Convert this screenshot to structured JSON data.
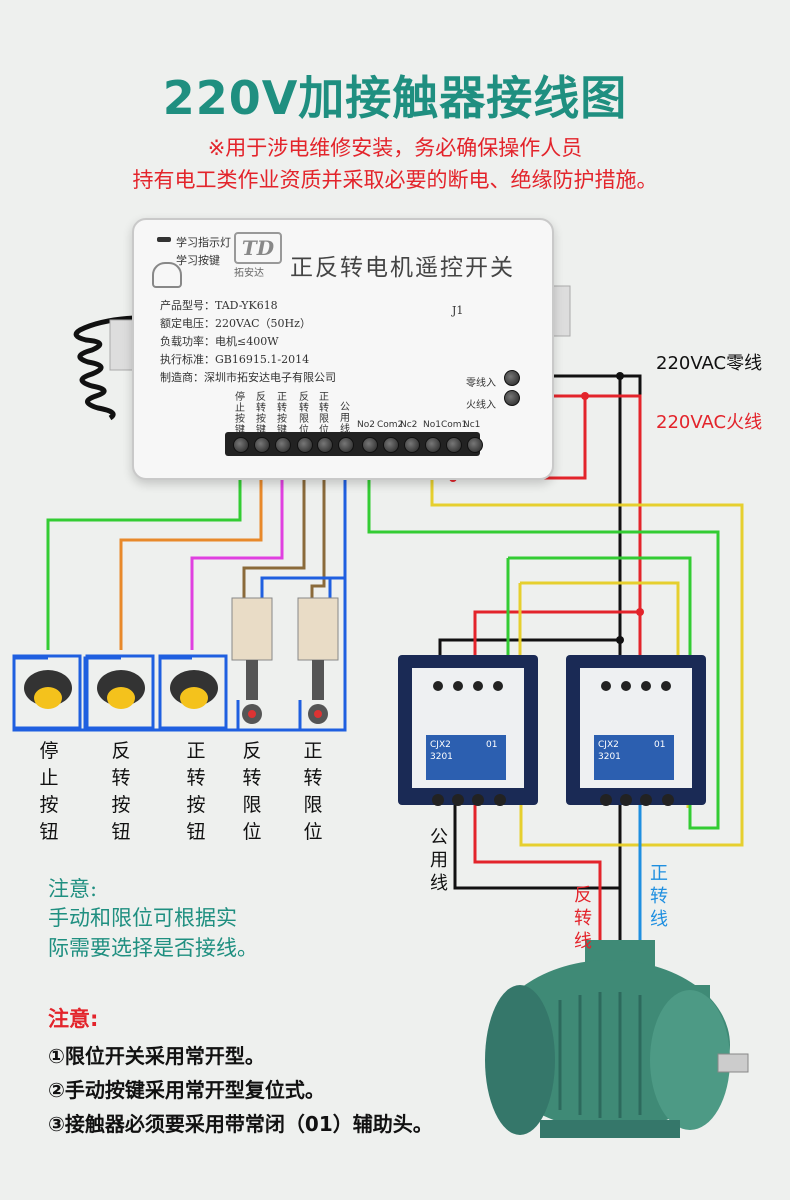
{
  "title": "220V加接触器接线图",
  "warning_line1": "※用于涉电维修安装，务必确保操作人员",
  "warning_line2": "持有电工类作业资质并采取必要的断电、绝缘防护措施。",
  "device": {
    "name": "正反转电机遥控开关",
    "brand": "拓安达",
    "led_label": "学习指示灯",
    "learn_button_label": "学习按键",
    "specs": [
      "产品型号：TAD-YK618",
      "额定电压：220VAC（50Hz）",
      "负载功率：电机≤400W",
      "执行标准：GB16915.1-2014",
      "制造商：深圳市拓安达电子有限公司"
    ],
    "jumper_label": "J1",
    "zero_in": "零线入",
    "fire_in": "火线入",
    "top_terminals": [
      "停止按键",
      "反转按键",
      "正转按键",
      "反转限位",
      "正转限位",
      "公用线"
    ],
    "right_terminals": [
      "No2",
      "Com2",
      "Nc2",
      "No1",
      "Com1",
      "Nc1"
    ]
  },
  "line_labels": {
    "neutral": "220VAC零线",
    "live": "220VAC火线",
    "common": "公用线",
    "reverse": "反转线",
    "forward": "正转线"
  },
  "components": [
    "停止按钮",
    "反转按钮",
    "正转按钮",
    "反转限位",
    "正转限位"
  ],
  "contactors": [
    {
      "model": "CJX2",
      "code": "3201",
      "aux": "01"
    },
    {
      "model": "CJX2",
      "code": "3201",
      "aux": "01"
    }
  ],
  "notes_green": {
    "heading": "注意:",
    "line1": "手动和限位可根据实",
    "line2": "际需要选择是否接线。"
  },
  "notes_red": {
    "heading": "注意:",
    "items": [
      "①限位开关采用常开型。",
      "②手动按键采用常开型复位式。",
      "③接触器必须要采用带常闭（01）辅助头。"
    ]
  },
  "colors": {
    "title": "#1f8f80",
    "warning": "#e3242b",
    "wire_green": "#33cc33",
    "wire_orange": "#e8892a",
    "wire_magenta": "#e040e0",
    "wire_brown": "#8a6a3a",
    "wire_blue": "#1f5fe0",
    "wire_red": "#e3242b",
    "wire_black": "#111111",
    "wire_yellow": "#e6cf2e",
    "motor": "#3f8a76"
  }
}
